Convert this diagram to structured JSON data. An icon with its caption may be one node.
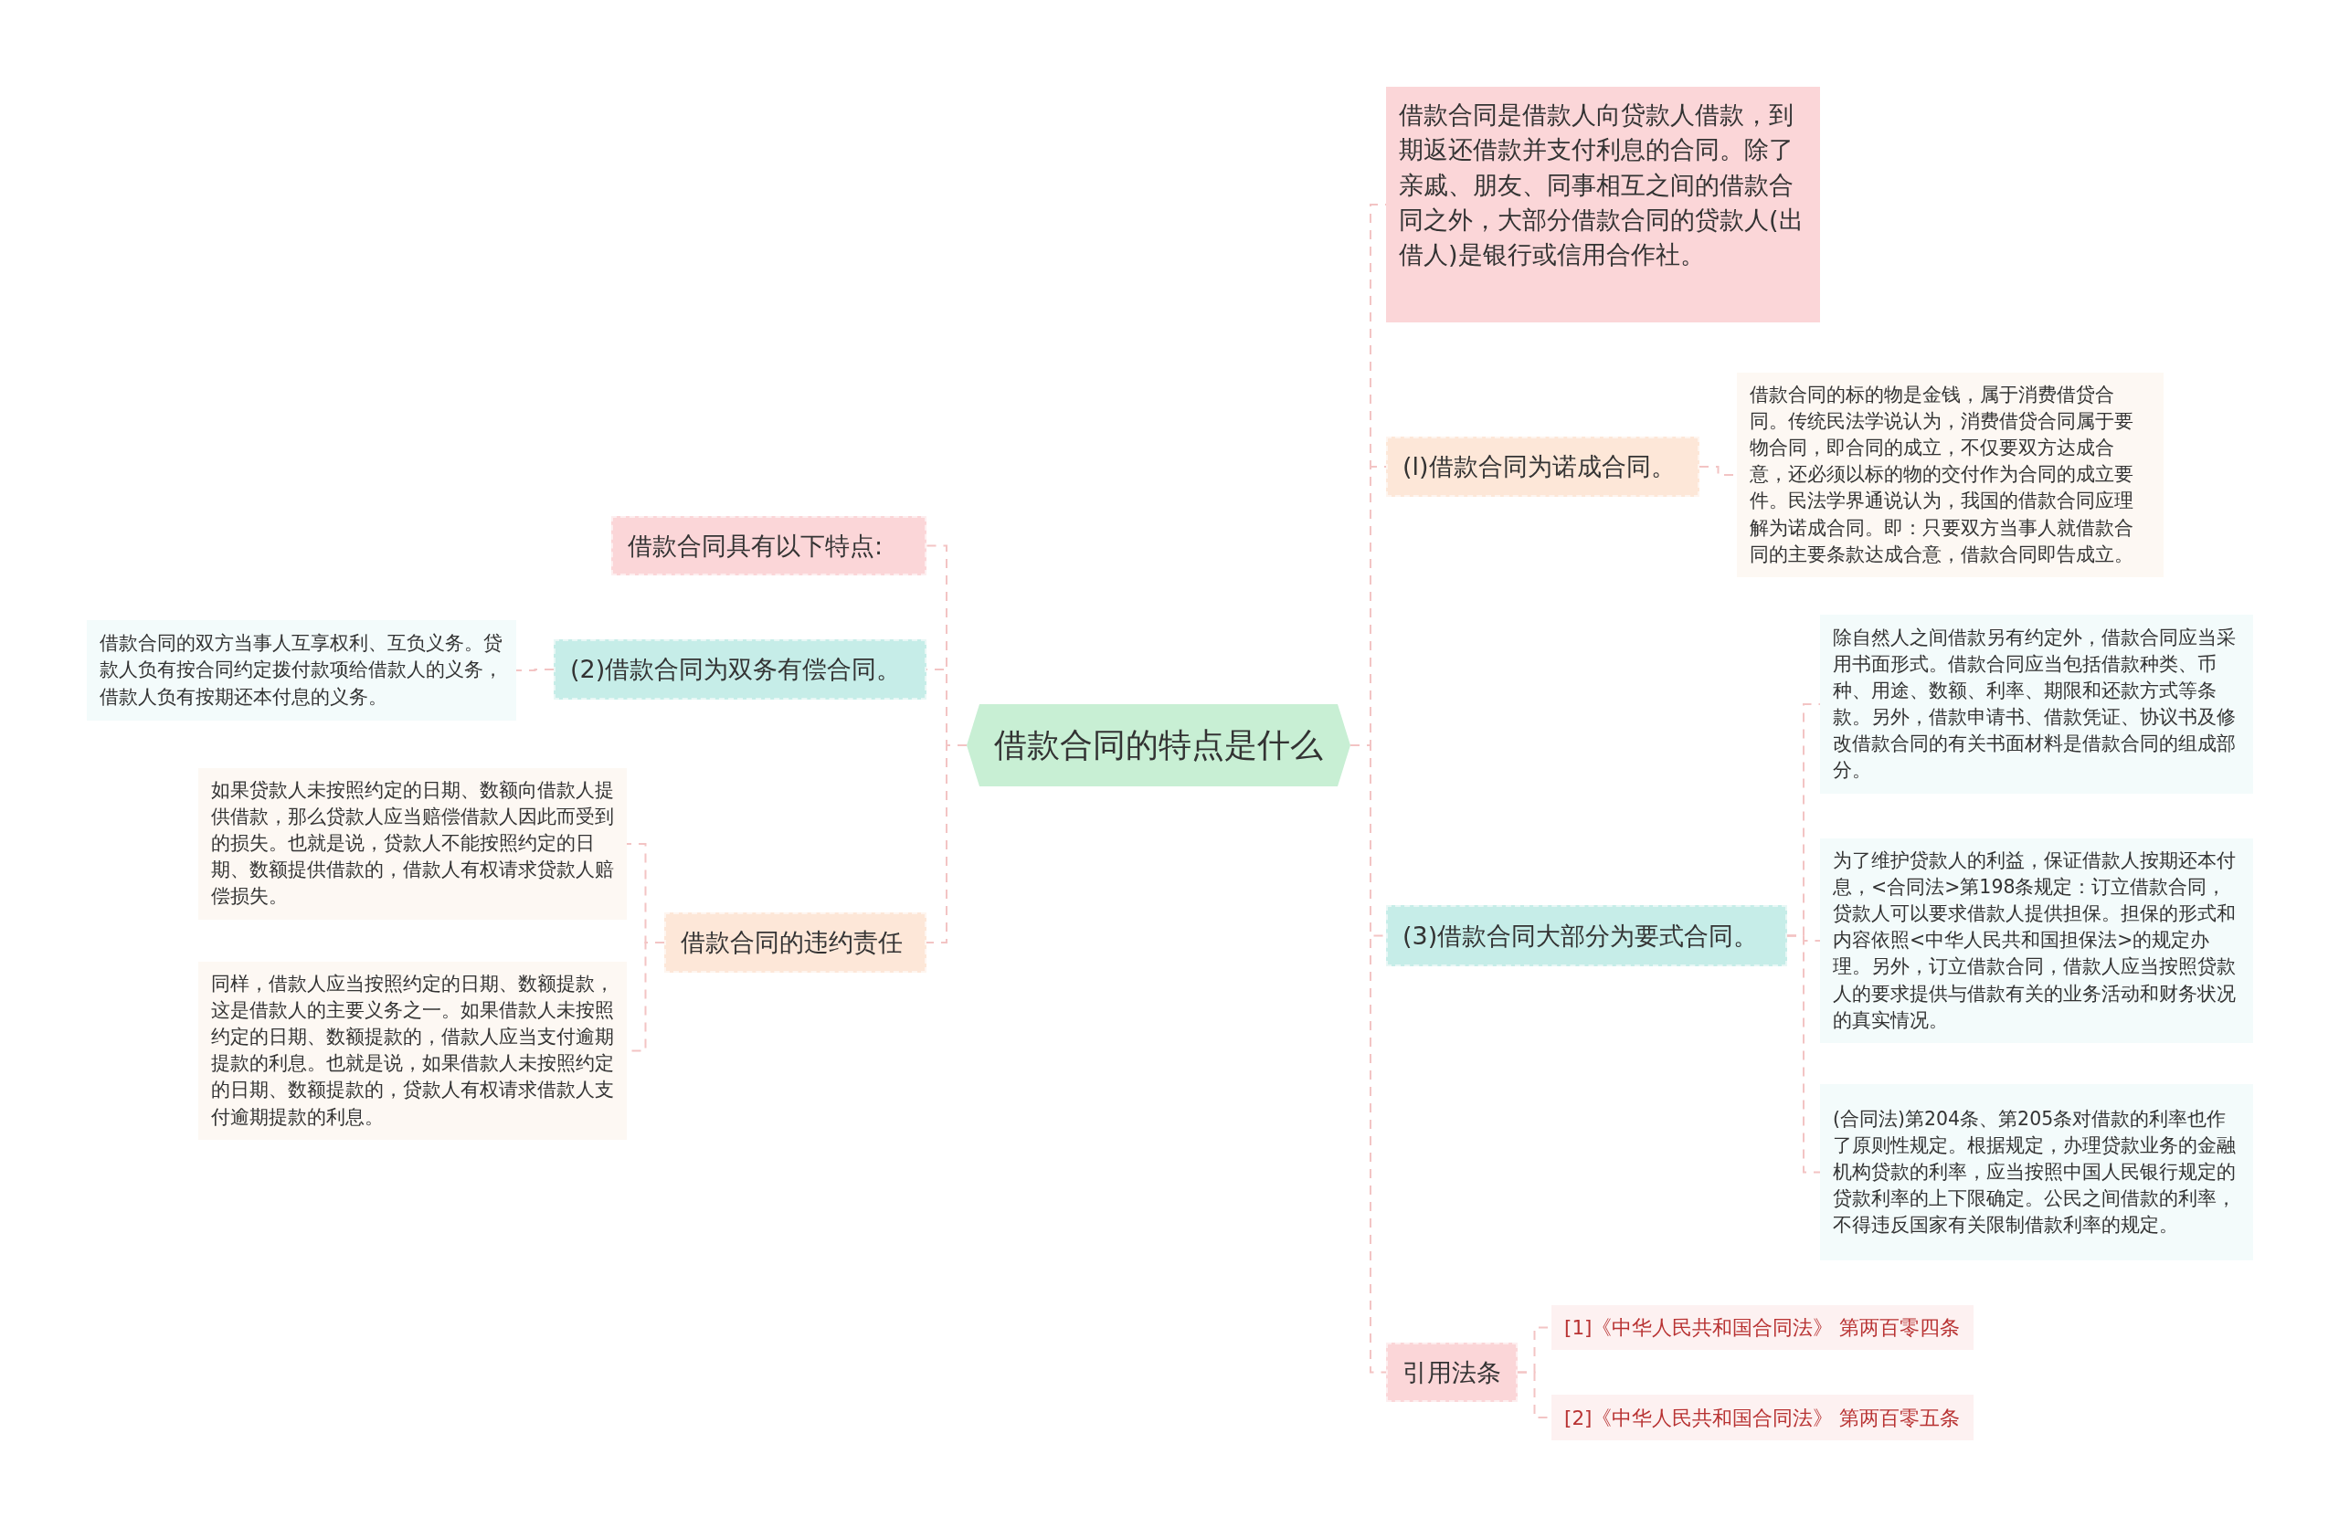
{
  "diagram": {
    "nodes": [
      {
        "text": [
          "借款合同的特点是什么"
        ]
      },
      {
        "text": [
          "借款合同具有以下特点:"
        ]
      },
      {
        "text": [
          "(2)借款合同为双务有偿合同。"
        ]
      },
      {
        "text": [
          "借款合同的双方当事人互享权利、互负义务。贷款人负有按合同约定拨付款项给借款人的义务，借款人负有按期还本付息的义务。"
        ]
      },
      {
        "text": [
          "借款合同的违约责任"
        ]
      },
      {
        "text": [
          "如果贷款人未按照约定的日期、数额向借款人提供借款，那么贷款人应当赔偿借款人因此而受到的损失。也就是说，贷款人不能按照约定的日期、数额提供借款的，借款人有权请求贷款人赔偿损失。"
        ]
      },
      {
        "text": [
          "同样，借款人应当按照约定的日期、数额提款，这是借款人的主要义务之一。如果借款人未按照约定的日期、数额提款的，借款人应当支付逾期提款的利息。也就是说，如果借款人未按照约定的日期、数额提款的，贷款人有权请求借款人支付逾期提款的利息。"
        ]
      },
      {
        "text": [
          "借款合同是借款人向贷款人借款，到期返还借款并支付利息的合同。除了亲戚、朋友、同事相互之间的借款合同之外，大部分借款合同的贷款人(出借人)是银行或信用合作社。"
        ]
      },
      {
        "text": [
          "(l)借款合同为诺成合同。"
        ]
      },
      {
        "text": [
          "借款合同的标的物是金钱，属于消费借贷合同。传统民法学说认为，消费借贷合同属于要物合同，即合同的成立，不仅要双方达成合意，还必须以标的物的交付作为合同的成立要件。民法学界通说认为，我国的借款合同应理解为诺成合同。即：只要双方当事人就借款合同的主要条款达成合意，借款合同即告成立。"
        ]
      },
      {
        "text": [
          "(3)借款合同大部分为要式合同。"
        ]
      },
      {
        "text": [
          "除自然人之间借款另有约定外，借款合同应当采用书面形式。借款合同应当包括借款种类、币种、用途、数额、利率、期限和还款方式等条款。另外，借款申请书、借款凭证、协议书及修改借款合同的有关书面材料是借款合同的组成部分。"
        ]
      },
      {
        "text": [
          "为了维护贷款人的利益，保证借款人按期还本付息，<合同法>第198条规定：订立借款合同，贷款人可以要求借款人提供担保。担保的形式和内容依照<中华人民共和国担保法>的规定办理。另外，订立借款合同，借款人应当按照贷款人的要求提供与借款有关的业务活动和财务状况的真实情况。"
        ]
      },
      {
        "text": [
          "(合同法)第204条、第205条对借款的利率也作了原则性规定。根据规定，办理贷款业务的金融机构贷款的利率，应当按照中国人民银行规定的贷款利率的上下限确定。公民之间借款的利率，不得违反国家有关限制借款利率的规定。"
        ]
      },
      {
        "text": [
          "引用法条"
        ]
      },
      {
        "text": [
          "[1]《中华人民共和国合同法》 第两百零四条"
        ]
      },
      {
        "text": [
          "[2]《中华人民共和国合同法》 第两百零五条"
        ]
      }
    ],
    "edges": [
      {
        "from": 0,
        "to": 1,
        "arrow": "none"
      },
      {
        "from": 0,
        "to": 2,
        "arrow": "none"
      },
      {
        "from": 2,
        "to": 3,
        "arrow": "none"
      },
      {
        "from": 0,
        "to": 4,
        "arrow": "none"
      },
      {
        "from": 4,
        "to": 5,
        "arrow": "none"
      },
      {
        "from": 4,
        "to": 6,
        "arrow": "none"
      },
      {
        "from": 0,
        "to": 7,
        "arrow": "none"
      },
      {
        "from": 0,
        "to": 8,
        "arrow": "none"
      },
      {
        "from": 8,
        "to": 9,
        "arrow": "none"
      },
      {
        "from": 0,
        "to": 10,
        "arrow": "none"
      },
      {
        "from": 10,
        "to": 11,
        "arrow": "none"
      },
      {
        "from": 10,
        "to": 12,
        "arrow": "none"
      },
      {
        "from": 10,
        "to": 13,
        "arrow": "none"
      },
      {
        "from": 0,
        "to": 14,
        "arrow": "none"
      },
      {
        "from": 14,
        "to": 15,
        "arrow": "none"
      },
      {
        "from": 14,
        "to": 16,
        "arrow": "none"
      }
    ]
  }
}
